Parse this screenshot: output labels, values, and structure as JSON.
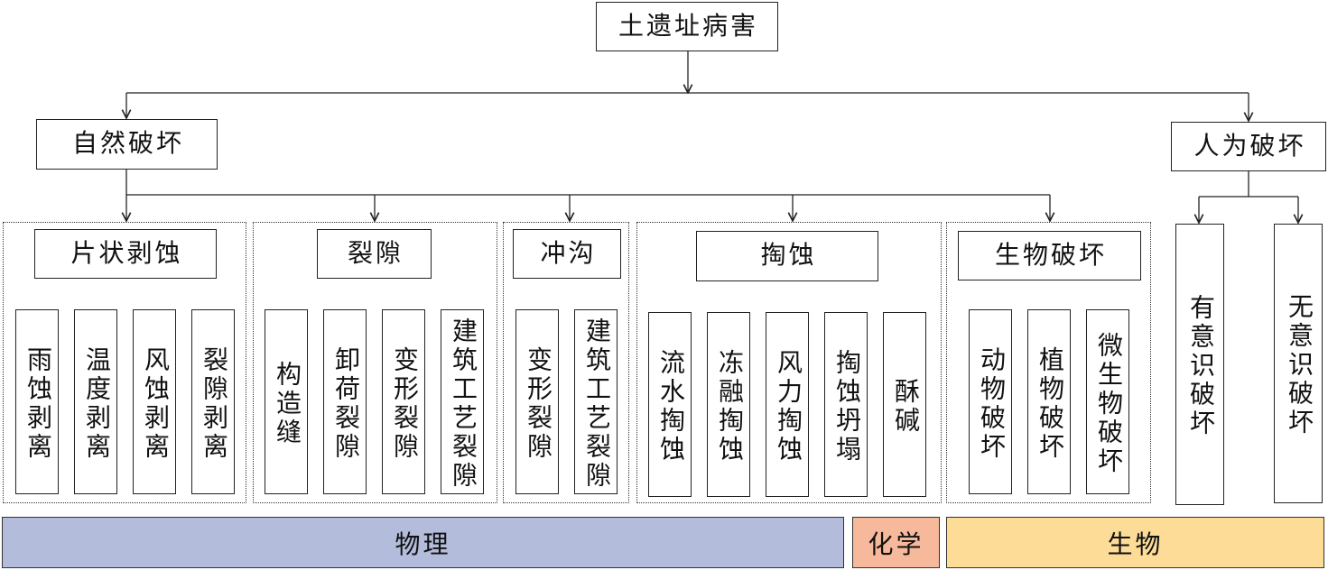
{
  "root": {
    "label": "土遗址病害"
  },
  "natural": {
    "label": "自然破坏",
    "groups": [
      {
        "label": "片状剥蚀",
        "items": [
          "雨蚀剥离",
          "温度剥离",
          "风蚀剥离",
          "裂隙剥离"
        ]
      },
      {
        "label": "裂隙",
        "items": [
          "构造缝",
          "卸荷裂隙",
          "变形裂隙",
          "建筑工艺裂隙"
        ]
      },
      {
        "label": "冲沟",
        "items": [
          "变形裂隙",
          "建筑工艺裂隙"
        ]
      },
      {
        "label": "掏蚀",
        "items": [
          "流水掏蚀",
          "冻融掏蚀",
          "风力掏蚀",
          "掏蚀坍塌",
          "酥碱"
        ]
      },
      {
        "label": "生物破坏",
        "items": [
          "动物破坏",
          "植物破坏",
          "微生物破坏"
        ]
      }
    ]
  },
  "human": {
    "label": "人为破坏",
    "items": [
      "有意识破坏",
      "无意识破坏"
    ]
  },
  "categories": [
    {
      "label": "物理",
      "color": "#b4bcdc"
    },
    {
      "label": "化学",
      "color": "#f7b99b"
    },
    {
      "label": "生物",
      "color": "#fcdc96"
    }
  ]
}
